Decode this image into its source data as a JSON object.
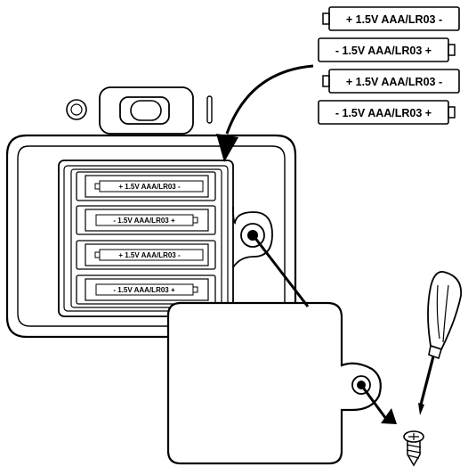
{
  "spare_batteries": [
    {
      "label": "+ 1.5V  AAA/LR03 -",
      "orientation": "plus-left"
    },
    {
      "label": "- 1.5V  AAA/LR03 +",
      "orientation": "minus-left"
    },
    {
      "label": "+ 1.5V  AAA/LR03 -",
      "orientation": "plus-left"
    },
    {
      "label": "- 1.5V  AAA/LR03 +",
      "orientation": "minus-left"
    }
  ],
  "installed_batteries": [
    {
      "label": "+ 1.5V  AAA/LR03 -",
      "orientation": "plus-left"
    },
    {
      "label": "- 1.5V  AAA/LR03 +",
      "orientation": "minus-left"
    },
    {
      "label": "+ 1.5V  AAA/LR03 -",
      "orientation": "plus-left"
    },
    {
      "label": "- 1.5V  AAA/LR03 +",
      "orientation": "minus-left"
    }
  ]
}
